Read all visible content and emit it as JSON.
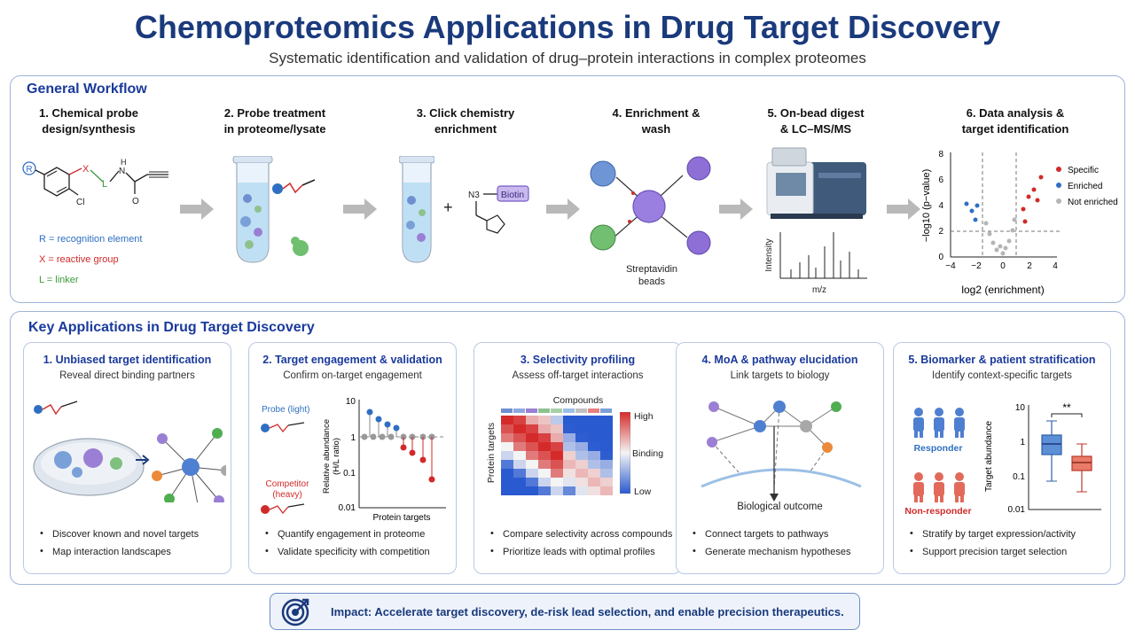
{
  "header": {
    "title": "Chemoproteomics Applications in Drug Target Discovery",
    "subtitle": "Systematic identification and validation of drug–protein interactions in complex proteomes"
  },
  "workflow": {
    "heading": "General Workflow",
    "steps": [
      {
        "line1": "1. Chemical probe",
        "line2": "design/synthesis"
      },
      {
        "line1": "2. Probe treatment",
        "line2": "in proteome/lysate"
      },
      {
        "line1": "3. Click chemistry",
        "line2": "enrichment"
      },
      {
        "line1": "4. Enrichment &",
        "line2": "wash"
      },
      {
        "line1": "5. On-bead digest",
        "line2": "& LC–MS/MS"
      },
      {
        "line1": "6. Data analysis &",
        "line2": "target identification"
      }
    ],
    "probe_legend": {
      "r": "R = recognition element",
      "x": "X = reactive group",
      "l": "L = linker"
    },
    "atoms": {
      "r": "R",
      "x": "X",
      "l": "L",
      "h": "H",
      "n": "N",
      "o": "O",
      "cl": "Cl"
    },
    "plus": "+",
    "biotin_label": "Biotin",
    "azide_label": "N3",
    "beads_label_1": "Streptavidin",
    "beads_label_2": "beads",
    "ms_y_label": "Intensity",
    "ms_x_label": "m/z",
    "volcano": {
      "ylabel": "−log10 (p−value)",
      "xlabel": "log2 (enrichment)",
      "xticks": [
        "−4",
        "−2",
        "0",
        "2",
        "4"
      ],
      "yticks": [
        "0",
        "2",
        "4",
        "6",
        "8"
      ],
      "legend": [
        "Specific",
        "Enriched",
        "Not enriched"
      ]
    }
  },
  "applications": {
    "heading": "Key Applications in Drug Target Discovery",
    "cards": [
      {
        "title": "1. Unbiased target identification",
        "subtitle": "Reveal direct binding partners",
        "bullets": [
          "Discover known and novel targets",
          "Map interaction landscapes"
        ]
      },
      {
        "title": "2. Target engagement & validation",
        "subtitle": "Confirm on-target engagement",
        "bullets": [
          "Quantify engagement in proteome",
          "Validate specificity with competition"
        ],
        "probe_label": "Probe (light)",
        "competitor_label_1": "Competitor",
        "competitor_label_2": "(heavy)",
        "ylabel_1": "Relative abundance",
        "ylabel_2": "(H/L ratio)",
        "xlabel": "Protein targets",
        "yticks": [
          "10",
          "1",
          "0.1",
          "0.01"
        ]
      },
      {
        "title": "3. Selectivity profiling",
        "subtitle": "Assess off-target interactions",
        "bullets": [
          "Compare selectivity across compounds",
          "Prioritize leads with optimal profiles"
        ],
        "xlabel": "Compounds",
        "ylabel": "Protein targets",
        "scale": [
          "High",
          "Binding",
          "Low"
        ]
      },
      {
        "title": "4. MoA & pathway elucidation",
        "subtitle": "Link targets to biology",
        "bullets": [
          "Connect targets to pathways",
          "Generate mechanism hypotheses"
        ],
        "outcome": "Biological outcome"
      },
      {
        "title": "5. Biomarker & patient stratification",
        "subtitle": "Identify context-specific targets",
        "bullets": [
          "Stratify by target expression/activity",
          "Support precision target selection"
        ],
        "responder": "Responder",
        "nonresponder": "Non-responder",
        "ylabel": "Target abundance",
        "yticks": [
          "10",
          "1",
          "0.1",
          "0.01"
        ],
        "significance": "**"
      }
    ]
  },
  "impact": {
    "text": "Impact: Accelerate target discovery, de-risk lead selection, and enable precision therapeutics."
  },
  "colors": {
    "title": "#1a3a7c",
    "accent_blue": "#2f6fc2",
    "accent_red": "#d12a2a",
    "accent_green": "#3a9a3a",
    "purple": "#8a6bd1"
  }
}
